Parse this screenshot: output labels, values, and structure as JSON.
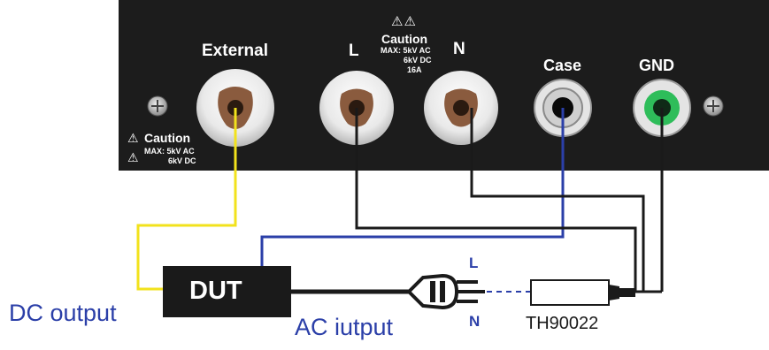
{
  "panel": {
    "terminals": {
      "external": "External",
      "line": "L",
      "neutral": "N",
      "case": "Case",
      "ground": "GND"
    },
    "center_caution": {
      "symbols": "⚠⚠",
      "title": "Caution",
      "line1": "MAX: 5kV AC",
      "line2": "6kV DC",
      "line3": "16A"
    },
    "left_caution": {
      "symbol": "⚠",
      "title": "Caution",
      "line1": "MAX: 5kV AC",
      "line2": "6kV DC"
    }
  },
  "devices": {
    "dut": "DUT",
    "plug_l": "L",
    "plug_n": "N",
    "adapter": "TH90022"
  },
  "labels": {
    "dc_output": "DC output",
    "ac_output": "AC iutput"
  },
  "colors": {
    "panel": "#1c1c1c",
    "yellow_wire": "#f2e21c",
    "blue_wire": "#2b3fa8",
    "black_wire": "#1a1a1a",
    "gnd_green": "#2ebd5a"
  }
}
